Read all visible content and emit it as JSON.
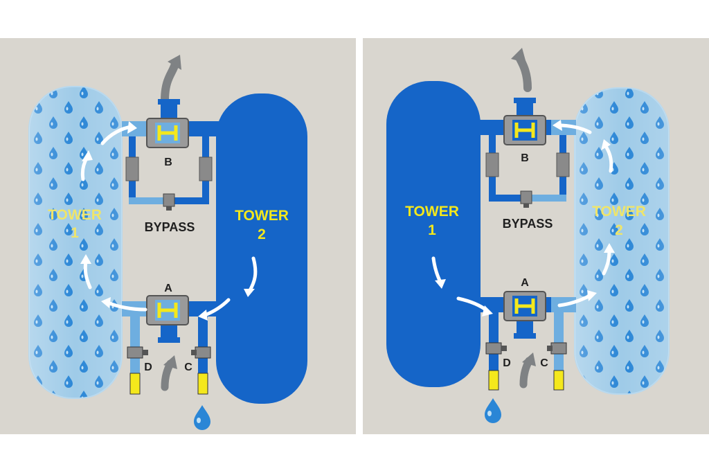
{
  "colors": {
    "background": "#d9d6cf",
    "tower_wet": "#1565c8",
    "tower_drying": "#9fcbe8",
    "drop": "#2a86d6",
    "valve_body": "#8a8a8a",
    "valve_handle": "#f4e81c",
    "label_yellow": "#f4e81c",
    "flow_arrow": "#ffffff",
    "exhaust_arrow": "#7f8284"
  },
  "panels": [
    {
      "tower1": {
        "line1": "TOWER",
        "line2": "1"
      },
      "tower2": {
        "line1": "TOWER",
        "line2": "2"
      },
      "valve_a": "A",
      "valve_b": "B",
      "valve_c": "C",
      "valve_d": "D",
      "bypass": "BYPASS"
    },
    {
      "tower1": {
        "line1": "TOWER",
        "line2": "1"
      },
      "tower2": {
        "line1": "TOWER",
        "line2": "2"
      },
      "valve_a": "A",
      "valve_b": "B",
      "valve_c": "C",
      "valve_d": "D",
      "bypass": "BYPASS"
    }
  ]
}
